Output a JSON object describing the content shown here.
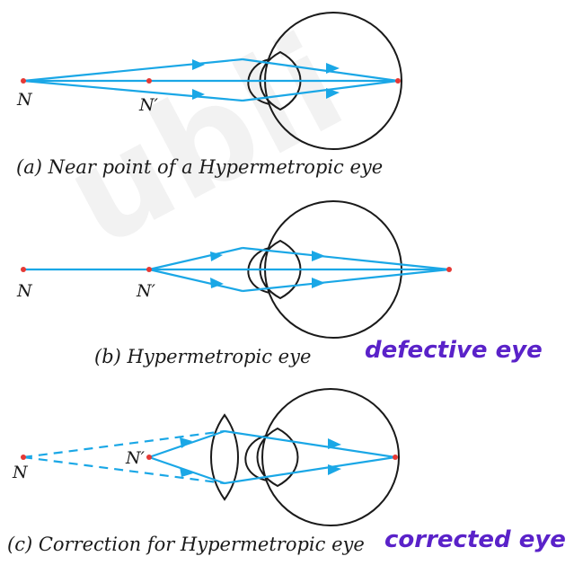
{
  "watermark": "ubli",
  "diagrams": [
    {
      "label_n": "N",
      "label_n_prime": "N′",
      "caption": "(a) Near point of a Hypermetropic eye"
    },
    {
      "label_n": "N",
      "label_n_prime": "N′",
      "caption": "(b) Hypermetropic eye",
      "note": "defective eye"
    },
    {
      "label_n": "N",
      "label_n_prime": "N′",
      "caption": "(c) Correction for Hypermetropic eye",
      "note": "corrected eye"
    }
  ],
  "colors": {
    "ray": "#1aa7e6",
    "point": "#e53935",
    "outline": "#1a1a1a",
    "note": "#5a22c9"
  }
}
